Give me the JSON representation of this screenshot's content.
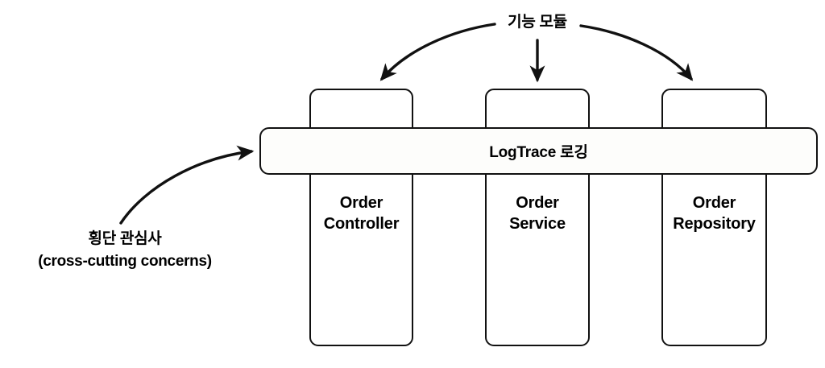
{
  "diagram": {
    "title_annotation": "기능 모듈",
    "aspect_bar": {
      "label": "LogTrace 로깅"
    },
    "modules": [
      {
        "name": "order-controller",
        "label": "Order\nController"
      },
      {
        "name": "order-service",
        "label": "Order\nService"
      },
      {
        "name": "order-repository",
        "label": "Order\nRepository"
      }
    ],
    "cross_cutting_annotation": {
      "line1": "횡단 관심사",
      "line2": "(cross-cutting concerns)"
    },
    "colors": {
      "stroke": "#111111",
      "box_fill": "#ffffff",
      "bar_fill": "#fdfdfb",
      "text": "#000000",
      "background": "#ffffff"
    }
  }
}
